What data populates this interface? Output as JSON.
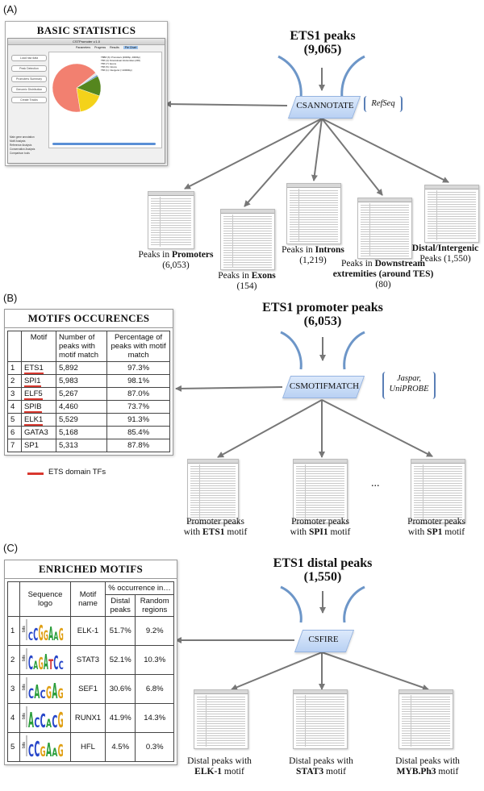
{
  "sections": {
    "a": {
      "label": "(A)",
      "panel_title": "BASIC STATISTICS",
      "source_title": "ETS1 peaks",
      "source_count": "(9,065)",
      "tool": "CSANNOTATE",
      "db": "RefSeq",
      "outputs": [
        {
          "prefix": "Peaks in ",
          "bold": "Promoters",
          "suffix": "",
          "count": "(6,053)"
        },
        {
          "prefix": "Peaks in ",
          "bold": "Exons",
          "suffix": "",
          "count": "(154)"
        },
        {
          "prefix": "Peaks in ",
          "bold": "Introns",
          "suffix": "",
          "count": "(1,219)"
        },
        {
          "prefix": "Peaks in ",
          "bold": "Downstream extremities (around TES)",
          "suffix": "",
          "count": "(80)"
        },
        {
          "prefix": "",
          "bold": "Distal/Intergenic",
          "suffix": " Peaks",
          "count": "(1,550)"
        }
      ],
      "window": {
        "title": "CSTPromoter v.1.0",
        "tabs": [
          "Parameters",
          "Progress",
          "Results",
          "Pie Chart"
        ],
        "buttons": [
          "Load raw data",
          "Peak Detection",
          "Promoters Summary",
          "Genomic Distribution",
          "Create Tracks"
        ],
        "lower_buttons": [
          "Main gene annotation",
          "Motif Analysis",
          "Reference Analysis",
          "Conservation Analysis",
          "Comparison tools"
        ],
        "legend": [
          "TBBX (6): Promoters (2000bp, 2000bp)",
          "TBX (4): Downstream Extremities (200)",
          "TBX (7): Exons",
          "TBX (5): Introns",
          "TBX (1): Intergenic (>10000bp)"
        ],
        "pie": [
          {
            "label": "Promoters",
            "value": 6053,
            "color": "#f28070"
          },
          {
            "label": "Exons",
            "value": 154,
            "color": "#e5e5e5"
          },
          {
            "label": "Downstream",
            "value": 80,
            "color": "#3b7fd0"
          },
          {
            "label": "Introns",
            "value": 1219,
            "color": "#55861e"
          },
          {
            "label": "Intergenic",
            "value": 1550,
            "color": "#f4d21a"
          }
        ]
      }
    },
    "b": {
      "label": "(B)",
      "panel_title": "MOTIFS OCCURENCES",
      "source_title": "ETS1 promoter peaks",
      "source_count": "(6,053)",
      "tool": "CSMOTIFMATCH",
      "db_line1": "Jaspar,",
      "db_line2": "UniPROBE",
      "headers": [
        "",
        "Motif",
        "Number of peaks with motif match",
        "Percentage of peaks with motif match"
      ],
      "rows": [
        {
          "n": "1",
          "motif": "ETS1",
          "count": "5,892",
          "pct": "97.3%",
          "ets": true
        },
        {
          "n": "2",
          "motif": "SPI1",
          "count": "5,983",
          "pct": "98.1%",
          "ets": true
        },
        {
          "n": "3",
          "motif": "ELF5",
          "count": "5,267",
          "pct": "87.0%",
          "ets": true
        },
        {
          "n": "4",
          "motif": "SPIB",
          "count": "4,460",
          "pct": "73.7%",
          "ets": true
        },
        {
          "n": "5",
          "motif": "ELK1",
          "count": "5,529",
          "pct": "91.3%",
          "ets": true
        },
        {
          "n": "6",
          "motif": "GATA3",
          "count": "5,168",
          "pct": "85.4%",
          "ets": false
        },
        {
          "n": "7",
          "motif": "SP1",
          "count": "5,313",
          "pct": "87.8%",
          "ets": false
        }
      ],
      "legend": "ETS domain TFs",
      "legend_color": "#d9382f",
      "ellipsis": "...",
      "outputs": [
        {
          "line1": "Promoter peaks",
          "prefix": "with ",
          "bold": "ETS1",
          "suffix": " motif"
        },
        {
          "line1": "Promoter peaks",
          "prefix": "with ",
          "bold": "SPI1",
          "suffix": " motif"
        },
        {
          "line1": "Promoter peaks",
          "prefix": "with ",
          "bold": "SP1",
          "suffix": " motif"
        }
      ]
    },
    "c": {
      "label": "(C)",
      "panel_title": "ENRICHED MOTIFS",
      "source_title": "ETS1 distal peaks",
      "source_count": "(1,550)",
      "tool": "CSFIRE",
      "headers": {
        "logo": "Sequence logo",
        "name": "Motif name",
        "group": "% occurrence in…",
        "distal": "Distal peaks",
        "random": "Random regions"
      },
      "rows": [
        {
          "n": "1",
          "logo": "CCGGAAG",
          "name": "ELK-1",
          "distal": "51.7%",
          "random": "9.2%"
        },
        {
          "n": "2",
          "logo": "CAGATCC",
          "name": "STAT3",
          "distal": "52.1%",
          "random": "10.3%"
        },
        {
          "n": "3",
          "logo": "CACGAG",
          "name": "SEF1",
          "distal": "30.6%",
          "random": "6.8%"
        },
        {
          "n": "4",
          "logo": "ACCACG",
          "name": "RUNX1",
          "distal": "41.9%",
          "random": "14.3%"
        },
        {
          "n": "5",
          "logo": "CCGAAG",
          "name": "HFL",
          "distal": "4.5%",
          "random": "0.3%"
        }
      ],
      "outputs": [
        {
          "line1": "Distal peaks with",
          "bold": "ELK-1",
          "suffix": " motif"
        },
        {
          "line1": "Distal peaks with",
          "bold": "STAT3",
          "suffix": " motif"
        },
        {
          "line1": "Distal peaks with",
          "bold": "MYB.Ph3",
          "suffix": " motif"
        }
      ]
    }
  },
  "colors": {
    "arrow": "#777777",
    "curve": "#6d96c8",
    "parallelogram": "#c5d8f5",
    "ets_red": "#d9382f"
  }
}
